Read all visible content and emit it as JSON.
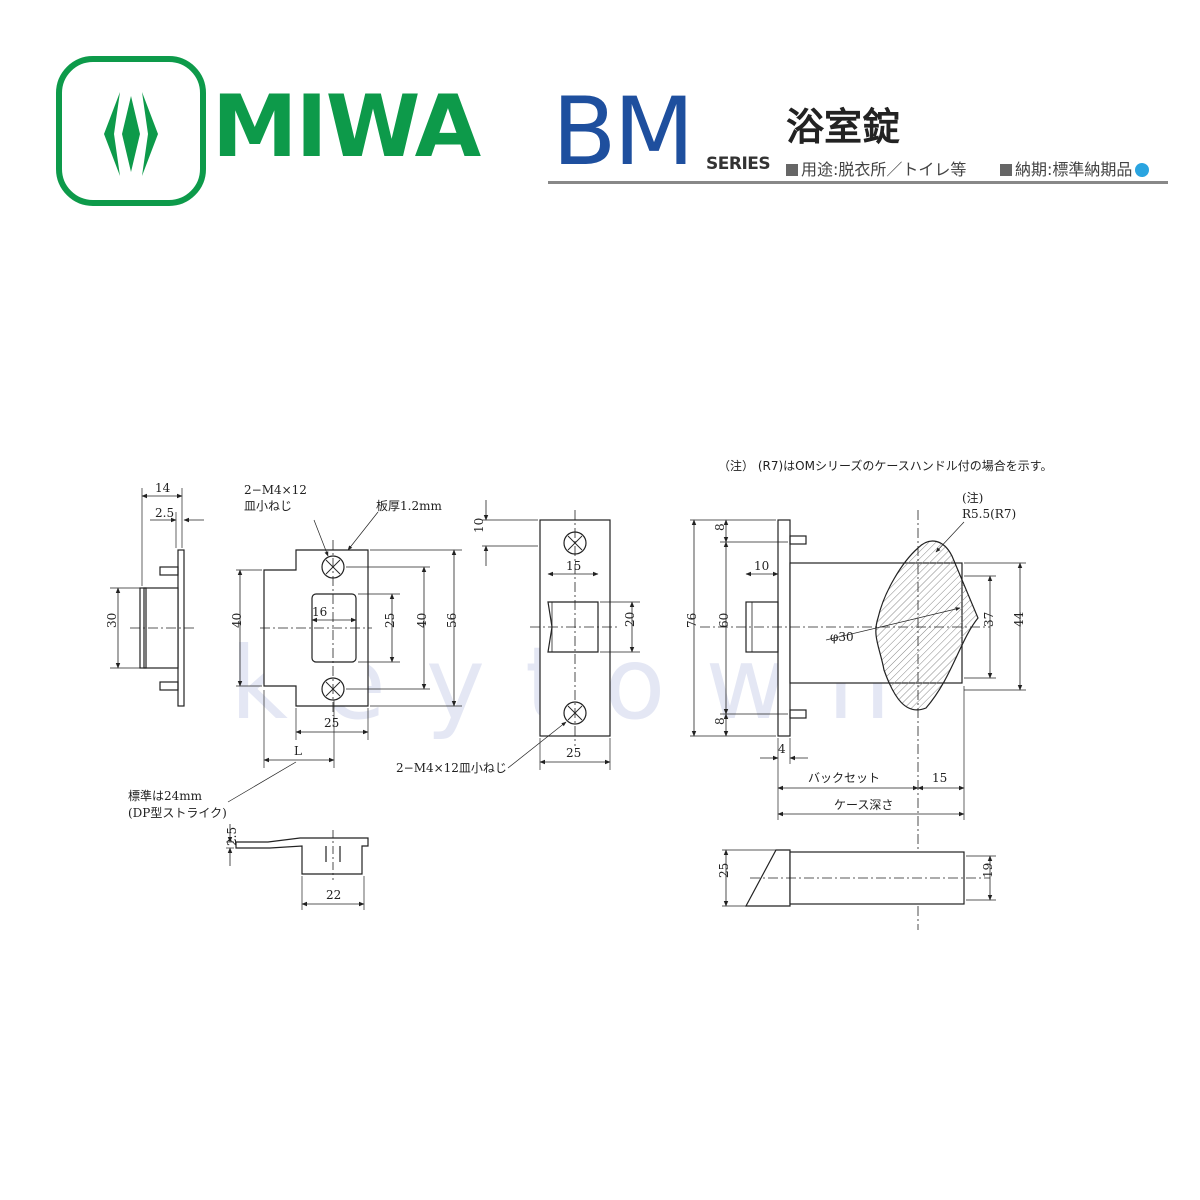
{
  "brand": {
    "name": "MIWA",
    "color": "#0d9a4a",
    "logo": "miwa-diamond-logo"
  },
  "series": {
    "code": "BM",
    "word": "SERIES",
    "color": "#1e4f9e"
  },
  "product_name": "浴室錠",
  "meta": {
    "usage": "用途:脱衣所／トイレ等",
    "delivery": "納期:標準納期品",
    "delivery_dot_color": "#2aa4e0"
  },
  "watermark": "keytown",
  "note": "（注） (R7)はOMシリーズのケースハンドル付の場合を示す。",
  "labels": {
    "screw_top": "2−M4×12",
    "screw_top2": "皿小ねじ",
    "plate_thickness": "板厚1.2mm",
    "screw_bottom": "2−M4×12皿小ねじ",
    "standard": "標準は24mm",
    "strike_type": "(DP型ストライク)",
    "backset": "バックセット",
    "case_depth": "ケース深さ",
    "note_mark": "(注)",
    "radius": "R5.5(R7)",
    "diameter": "φ30",
    "L": "L"
  },
  "dims": {
    "d14": "14",
    "d2_5": "2.5",
    "d30": "30",
    "d16": "16",
    "d25a": "25",
    "d40a": "40",
    "d25b": "25",
    "d40b": "40",
    "d56": "56",
    "d10a": "10",
    "d15a": "15",
    "d20": "20",
    "d25c": "25",
    "d8a": "8",
    "d10b": "10",
    "d76": "76",
    "d60": "60",
    "d8b": "8",
    "d4": "4",
    "d37": "37",
    "d44": "44",
    "d15b": "15",
    "d2_5b": "2.5",
    "d22": "22",
    "d25d": "25",
    "d19": "19"
  }
}
